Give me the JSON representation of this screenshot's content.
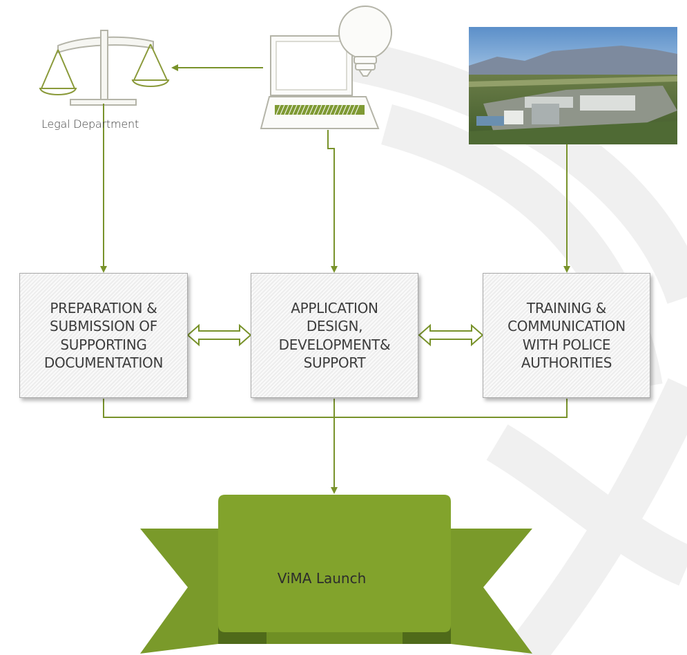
{
  "legal": {
    "label": "Legal Department"
  },
  "boxes": {
    "preparation": "PREPARATION &\nSUBMISSION OF\nSUPPORTING\nDOCUMENTATION",
    "application": "APPLICATION\nDESIGN,\nDEVELOPMENT&\nSUPPORT",
    "training": "TRAINING &\nCOMMUNICATION\nWITH POLICE\nAUTHORITIES"
  },
  "banner": {
    "label": "ViMA Launch"
  },
  "colors": {
    "accent": "#78922a",
    "banner": "#7a9a2a",
    "banner_dark": "#4f6a1a",
    "icon_stroke": "#8a9a3a",
    "box_border": "#a9a9a9"
  },
  "icons": {
    "scale": "scale-of-justice-icon",
    "computer": "computer-lightbulb-icon",
    "photo": "border-crossing-photo"
  }
}
